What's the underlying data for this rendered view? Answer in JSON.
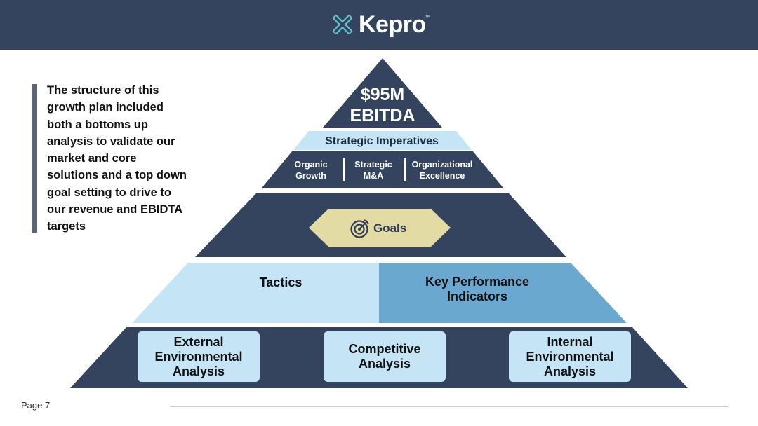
{
  "header": {
    "brand": "Kepro",
    "trademark": "™",
    "colors": {
      "bar": "#34445f",
      "logo_icon": "#5fc1cf"
    }
  },
  "sidebar_text": "The structure of this growth plan included both a bottoms up analysis to validate our market and core solutions and a top down goal setting to drive to our revenue and EBIDTA targets",
  "pyramid": {
    "top": {
      "value": "$95M",
      "label": "EBITDA"
    },
    "imperatives": {
      "title": "Strategic Imperatives",
      "items": [
        {
          "line1": "Organic",
          "line2": "Growth"
        },
        {
          "line1": "Strategic",
          "line2": "M&A"
        },
        {
          "line1": "Organizational",
          "line2": "Excellence"
        }
      ]
    },
    "goals": {
      "label": "Goals",
      "icon": "target-icon"
    },
    "tactics": {
      "label": "Tactics"
    },
    "kpi": {
      "line1": "Key Performance",
      "line2": "Indicators"
    },
    "analysis": [
      {
        "line1": "External",
        "line2": "Environmental",
        "line3": "Analysis"
      },
      {
        "line1": "Competitive",
        "line2": "Analysis"
      },
      {
        "line1": "Internal",
        "line2": "Environmental",
        "line3": "Analysis"
      }
    ],
    "colors": {
      "dark": "#34445f",
      "light_blue": "#c5e4f6",
      "mid_blue": "#6aa8cf",
      "goal_hex": "#e3dba4"
    }
  },
  "footer": {
    "page_label": "Page 7"
  }
}
